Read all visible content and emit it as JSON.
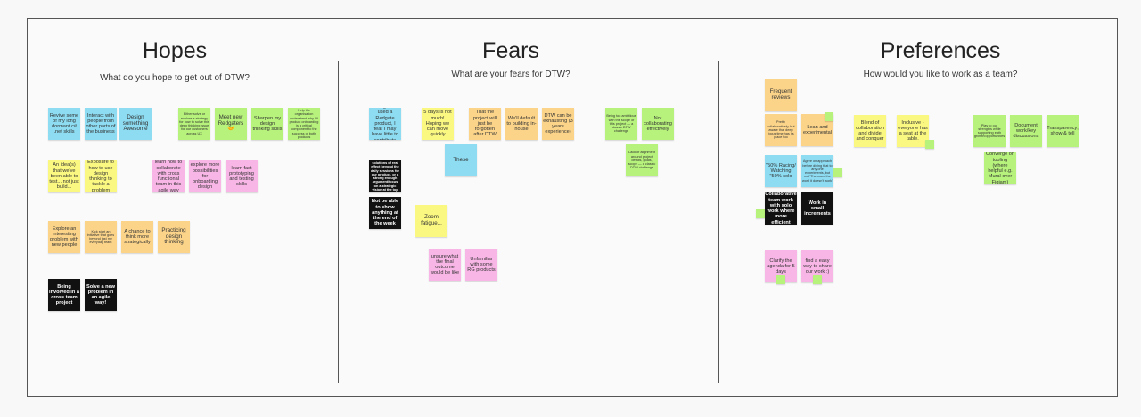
{
  "colors": {
    "blue": "#8ddcf2",
    "yellow": "#fbf882",
    "green": "#b7f27c",
    "pink": "#f8b6e6",
    "orange": "#fbd48a",
    "black": "#111111"
  },
  "columns": {
    "hopes": {
      "title": "Hopes",
      "subtitle": "What do you hope to get out of DTW?"
    },
    "fears": {
      "title": "Fears",
      "subtitle": "What are your fears for DTW?"
    },
    "preferences": {
      "title": "Preferences",
      "subtitle": "How would you like to work as a team?"
    }
  },
  "notes": {
    "h1": "Revive some of my long dormant c# .net skills",
    "h2": "Interact with people from other parts of the business",
    "h3": "Design something Awesome",
    "h4": "Either solve or explore a strategy for how to solve this deep thinking issue for our customers across UX",
    "h5": "Meet new Redgaters 🤝",
    "h6": "Sharpen my design thinking skills",
    "h7": "Help the organisation understand why UI product onboarding is a critical component to the success of both products",
    "h8": "An idea(s) that we've been able to test... not just build...",
    "h9": "Exposure to how to use design thinking to tackle a problem",
    "h10": "learn how to collaborate with cross functional team in this agile way",
    "h11": "explore more possibilities for onboarding design",
    "h12": "learn fast prototyping and testing skills",
    "h13": "Explore an interesting problem with new people",
    "h14": "Kick start an initiative that goes beyond just my everyday team",
    "h15": "A chance to think more strategically",
    "h16": "Practicing design thinking",
    "h17": "Being involved in a cross team project",
    "h18": "Solve a new problem in an agile way!",
    "f1": "Having never used a Redgate product, I fear I may have little to contribute",
    "f2": "5 days is not much! Hoping we can move quickly",
    "f3": "That the project will just be forgotten after DTW",
    "f4": "We'll default to building in-house",
    "f5": "DTW can be exhausting (3 years experience)",
    "f6": "Being too ambitious with the scope of this project — a classic DTW challenge",
    "f7": "Not collaborating effectively",
    "f8": "These",
    "f9": "Lack of alignment around project details, goals, scope — a classic DTW challenge",
    "f10": "There aren't solutions of real effect beyond the daily sessions for our product, or a strong enough argument/focus on a strategic vision at the top UX?",
    "f11": "Not be able to show anything at the end of the week",
    "f12": "Zoom fatigue...",
    "f13": "unsure what the final outcome would be like",
    "f14": "Unfamiliar with some RG products",
    "p1": "Frequent reviews",
    "p2": "Pretty collaboratively, but aware that deep focus time has its place too",
    "p3": "Lean and experimental",
    "p4": "Blend of collaboration and divide and conquer",
    "p5": "Inclusive - everyone has a seat at the table.",
    "p6": "Play to our strengths while supporting eath growth/opportunities",
    "p7": "Document work/key discussions",
    "p8": "Transparency; show & tell",
    "p9": "\"50% Racing/ Watching \"50% solo",
    "p10": "Agree on approach before diving that to any one experiments, but not 'The more the work it doesn't work'",
    "p11": "Converge on tooling (where helpful e.g. Mural over Figjam)",
    "p12": "Collaborative team work with solo work where more efficient",
    "p13": "Work in small increments",
    "p14": "Clarify the agenda for 5 days",
    "p15": "find a easy way to share our work :)"
  }
}
